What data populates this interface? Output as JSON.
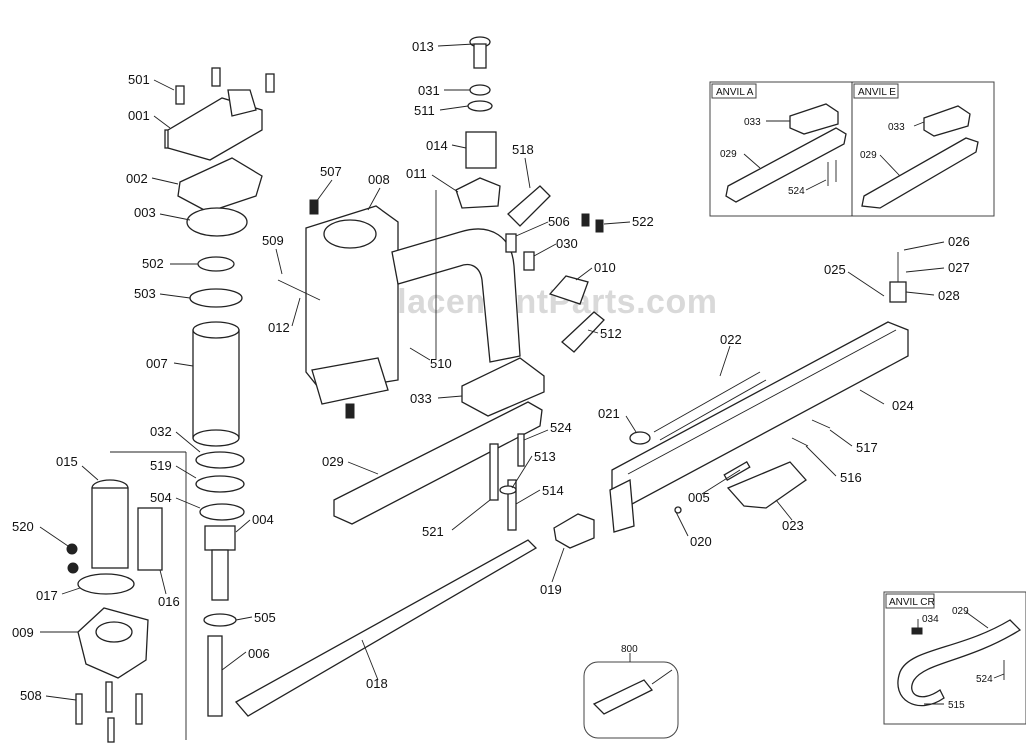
{
  "watermark": "eReplacementParts.com",
  "insets": {
    "anvil_a": "ANVIL A",
    "anvil_e": "ANVIL E",
    "anvil_cr": "ANVIL CR"
  },
  "labels": {
    "p001": "001",
    "p002": "002",
    "p003": "003",
    "p004": "004",
    "p005": "005",
    "p006": "006",
    "p007": "007",
    "p008": "008",
    "p009": "009",
    "p010": "010",
    "p011": "011",
    "p012": "012",
    "p013": "013",
    "p014": "014",
    "p015": "015",
    "p016": "016",
    "p017": "017",
    "p018": "018",
    "p019": "019",
    "p020": "020",
    "p021": "021",
    "p022": "022",
    "p023": "023",
    "p024": "024",
    "p025": "025",
    "p026": "026",
    "p027": "027",
    "p028": "028",
    "p029": "029",
    "p030": "030",
    "p031": "031",
    "p032": "032",
    "p033": "033",
    "p034": "034",
    "p501": "501",
    "p502": "502",
    "p503": "503",
    "p504": "504",
    "p505": "505",
    "p506": "506",
    "p507": "507",
    "p508": "508",
    "p509": "509",
    "p510": "510",
    "p511": "511",
    "p512": "512",
    "p513": "513",
    "p514": "514",
    "p515": "515",
    "p516": "516",
    "p517": "517",
    "p518": "518",
    "p519": "519",
    "p520": "520",
    "p521": "521",
    "p522": "522",
    "p524": "524",
    "p800": "800"
  }
}
